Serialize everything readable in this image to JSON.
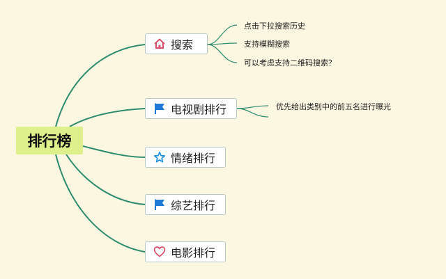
{
  "root": {
    "label": "排行榜"
  },
  "branches": [
    {
      "label": "搜索",
      "icon": "home-icon",
      "notes": [
        "点击下拉搜索历史",
        "支持模糊搜索",
        "可以考虑支持二维码搜索？"
      ]
    },
    {
      "label": "电视剧排行",
      "icon": "flag-icon",
      "notes": [
        "优先给出类别中的前五名进行曝光"
      ]
    },
    {
      "label": "情绪排行",
      "icon": "star-icon",
      "notes": []
    },
    {
      "label": "综艺排行",
      "icon": "flag-icon",
      "notes": []
    },
    {
      "label": "电影排行",
      "icon": "heart-icon",
      "notes": []
    }
  ],
  "colors": {
    "background": "#FCF7E1",
    "root_fill": "#DDF08B",
    "link_stroke": "#2E8B6E",
    "home_icon": "#D8506A",
    "flag_icon": "#1E78D6",
    "star_icon": "#1E90E0",
    "heart_icon": "#D8506A"
  }
}
